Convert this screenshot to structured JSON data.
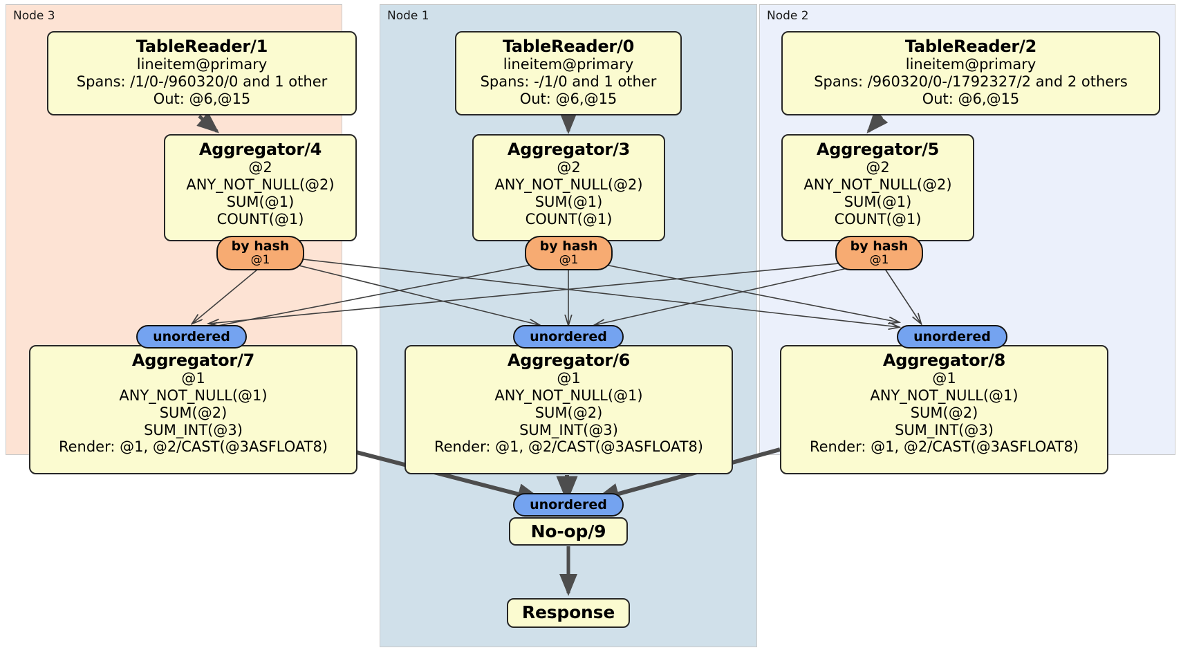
{
  "diagram": {
    "kind": "distributed-query-plan",
    "colors": {
      "node3_bg": "#fde3d4",
      "node1_bg": "#d0e0ea",
      "node2_bg": "#ebf0fb",
      "processor_bg": "#fbfbd0",
      "hash_router_bg": "#f7ab72",
      "synchronizer_bg": "#74a3f0",
      "edge": "#4d4d4d",
      "border": "#262626"
    }
  },
  "clusters": [
    {
      "id": "node3",
      "label": "Node 3"
    },
    {
      "id": "node1",
      "label": "Node 1"
    },
    {
      "id": "node2",
      "label": "Node 2"
    }
  ],
  "processors": {
    "table_reader_1": {
      "title": "TableReader/1",
      "lines": [
        "lineitem@primary",
        "Spans: /1/0-/960320/0 and 1 other",
        "Out: @6,@15"
      ]
    },
    "table_reader_0": {
      "title": "TableReader/0",
      "lines": [
        "lineitem@primary",
        "Spans: -/1/0 and 1 other",
        "Out: @6,@15"
      ]
    },
    "table_reader_2": {
      "title": "TableReader/2",
      "lines": [
        "lineitem@primary",
        "Spans: /960320/0-/1792327/2 and 2 others",
        "Out: @6,@15"
      ]
    },
    "aggregator_4": {
      "title": "Aggregator/4",
      "lines": [
        "@2",
        "ANY_NOT_NULL(@2)",
        "SUM(@1)",
        "COUNT(@1)"
      ]
    },
    "aggregator_3": {
      "title": "Aggregator/3",
      "lines": [
        "@2",
        "ANY_NOT_NULL(@2)",
        "SUM(@1)",
        "COUNT(@1)"
      ]
    },
    "aggregator_5": {
      "title": "Aggregator/5",
      "lines": [
        "@2",
        "ANY_NOT_NULL(@2)",
        "SUM(@1)",
        "COUNT(@1)"
      ]
    },
    "aggregator_7": {
      "title": "Aggregator/7",
      "lines": [
        "@1",
        "ANY_NOT_NULL(@1)",
        "SUM(@2)",
        "SUM_INT(@3)",
        "Render: @1, @2/CAST(@3ASFLOAT8)"
      ]
    },
    "aggregator_6": {
      "title": "Aggregator/6",
      "lines": [
        "@1",
        "ANY_NOT_NULL(@1)",
        "SUM(@2)",
        "SUM_INT(@3)",
        "Render: @1, @2/CAST(@3ASFLOAT8)"
      ]
    },
    "aggregator_8": {
      "title": "Aggregator/8",
      "lines": [
        "@1",
        "ANY_NOT_NULL(@1)",
        "SUM(@2)",
        "SUM_INT(@3)",
        "Render: @1, @2/CAST(@3ASFLOAT8)"
      ]
    },
    "no_op_9": {
      "title": "No-op/9",
      "lines": []
    },
    "response": {
      "title": "Response",
      "lines": []
    }
  },
  "routers": {
    "hash_left": {
      "title": "by hash",
      "sub": "@1"
    },
    "hash_mid": {
      "title": "by hash",
      "sub": "@1"
    },
    "hash_right": {
      "title": "by hash",
      "sub": "@1"
    }
  },
  "synchronizers": {
    "sync_left": {
      "title": "unordered"
    },
    "sync_mid": {
      "title": "unordered"
    },
    "sync_right": {
      "title": "unordered"
    },
    "sync_final": {
      "title": "unordered"
    }
  }
}
